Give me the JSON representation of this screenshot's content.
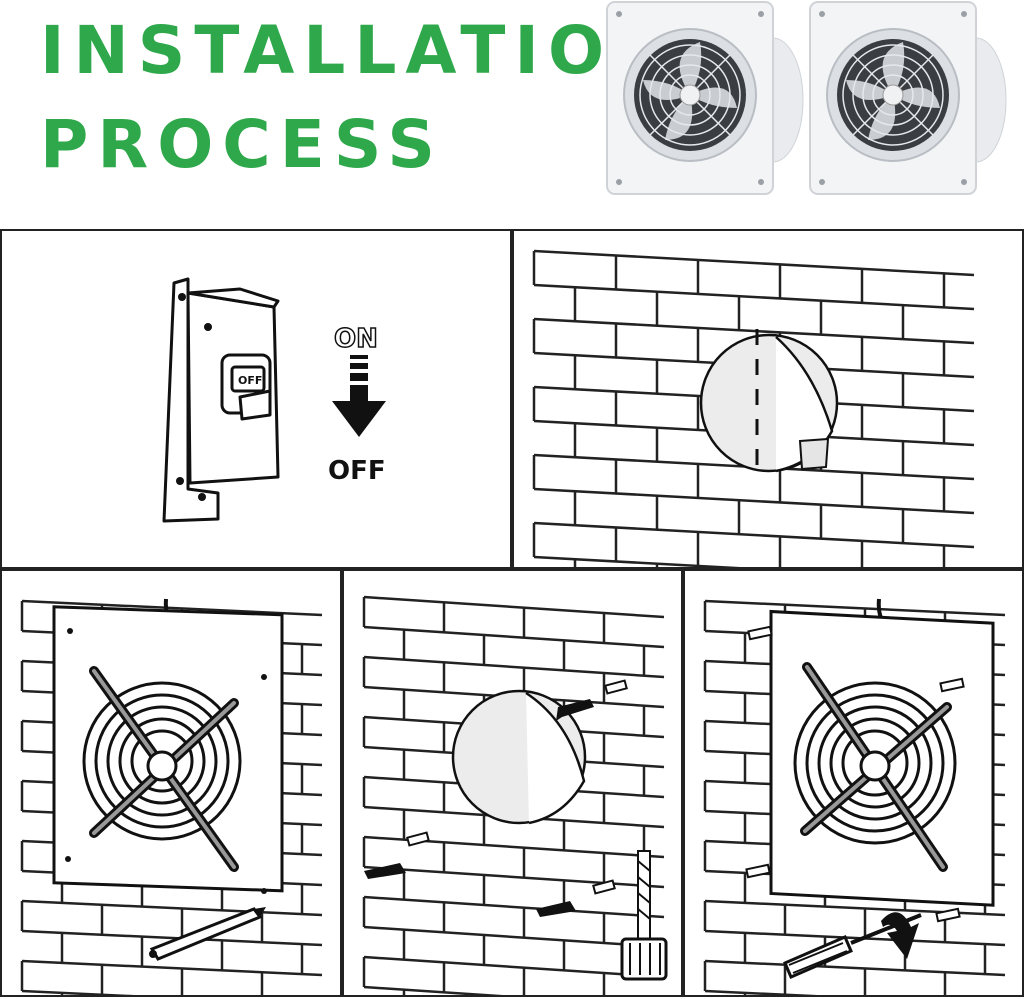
{
  "heading": {
    "line1": "INSTALLATION",
    "line2": "PROCESS",
    "color": "#2ea84a"
  },
  "step1": {
    "switch_label": "OFF",
    "arrow_top_label": "ON",
    "arrow_bottom_label": "OFF"
  },
  "icons": [
    "breaker-switch-icon",
    "down-arrow-icon",
    "wall-hole-icon",
    "exhaust-fan-icon",
    "pencil-icon",
    "drill-icon",
    "screwdriver-icon",
    "screw-icon"
  ]
}
